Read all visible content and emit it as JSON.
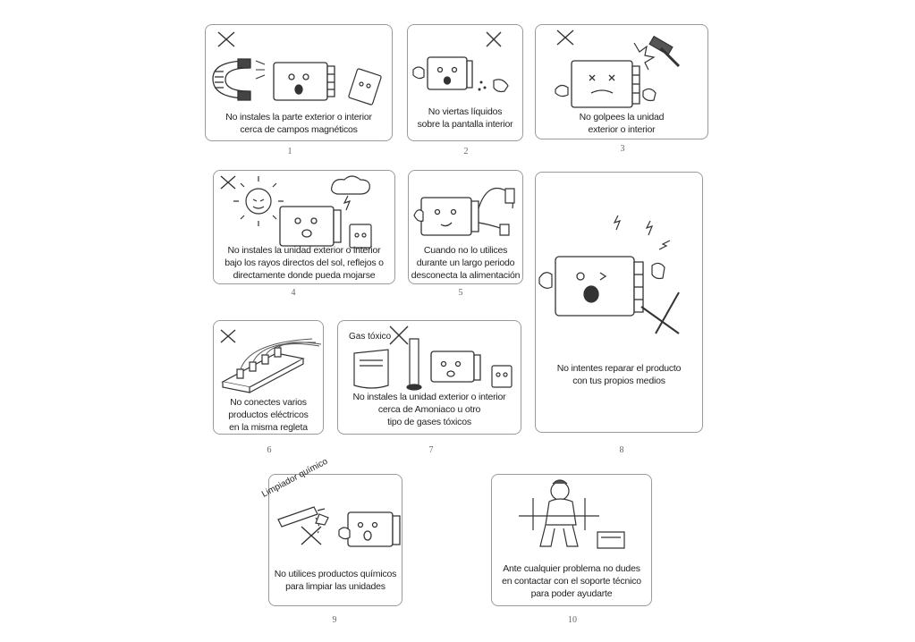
{
  "panels": [
    {
      "number": "1",
      "lines": [
        "No instales la parte exterior o interior",
        "cerca de campos magnéticos"
      ]
    },
    {
      "number": "2",
      "lines": [
        "No viertas líquidos",
        "sobre la pantalla interior"
      ]
    },
    {
      "number": "3",
      "lines": [
        "No golpees la unidad",
        "exterior o interior"
      ]
    },
    {
      "number": "4",
      "lines": [
        "No instales la unidad exterior o interior",
        "bajo los rayos directos del sol, reflejos o",
        "directamente donde pueda mojarse"
      ]
    },
    {
      "number": "5",
      "lines": [
        "Cuando no lo utilices",
        "durante un largo periodo",
        "desconecta la alimentación"
      ]
    },
    {
      "number": "6",
      "lines": [
        "No conectes varios",
        "productos eléctricos",
        "en la misma regleta"
      ]
    },
    {
      "number": "7",
      "lines": [
        "No instales la unidad exterior o interior",
        "cerca de Amoniaco u otro",
        "tipo de gases tóxicos"
      ],
      "tag": "Gas tóxico"
    },
    {
      "number": "8",
      "lines": [
        "No intentes reparar el producto",
        "con tus propios medios"
      ]
    },
    {
      "number": "9",
      "lines": [
        "No utilices productos químicos",
        "para limpiar las unidades"
      ],
      "tag": "Limpiador químico"
    },
    {
      "number": "10",
      "lines": [
        "Ante cualquier problema no dudes",
        "en contactar con el soporte técnico",
        "para poder ayudarte"
      ]
    }
  ],
  "icons": [
    "cross-mark-icon",
    "magnet-icon",
    "monitor-face-icon",
    "water-drop-icon",
    "hammer-icon",
    "sun-icon",
    "cloud-rain-icon",
    "plug-icon",
    "power-strip-icon",
    "gas-cylinder-icon",
    "lightning-icon",
    "screwdriver-icon",
    "chemical-bottle-icon",
    "technician-icon"
  ]
}
